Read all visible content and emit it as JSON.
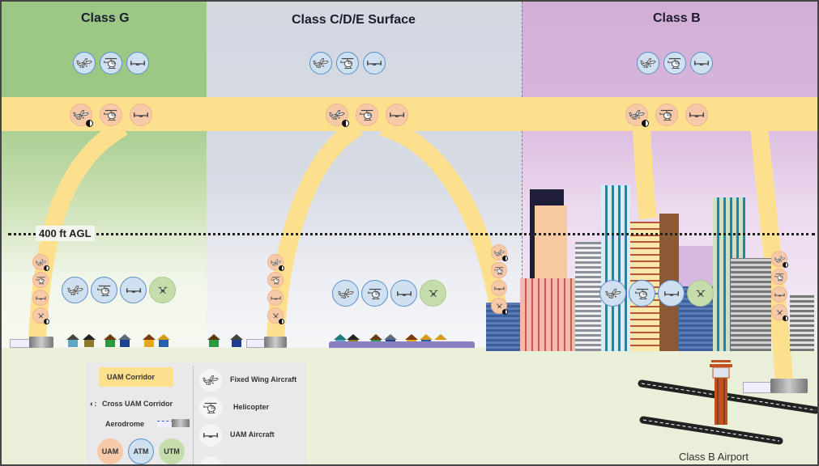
{
  "zones": [
    {
      "id": "class-g",
      "title": "Class G",
      "color": "#9cc785"
    },
    {
      "id": "class-cde",
      "title": "Class C/D/E Surface",
      "color": "#d3d8e1"
    },
    {
      "id": "class-b",
      "title": "Class B",
      "color": "#d2afd6"
    }
  ],
  "altitude_label": "400 ft AGL",
  "corridor_color": "#fde08e",
  "airport_label": "Class B Airport",
  "legend": {
    "corridor": "UAM Corridor",
    "cross_corridor": "Cross UAM Corridor",
    "cross_symbol": "◐:",
    "aerodrome": "Aerodrome",
    "badges": [
      {
        "label": "UAM",
        "color": "#f6c9a8"
      },
      {
        "label": "ATM",
        "color": "#cfe0f0"
      },
      {
        "label": "UTM",
        "color": "#c5dcab"
      }
    ],
    "aircraft": [
      {
        "icon": "fixed-wing-icon",
        "label": "Fixed Wing Aircraft"
      },
      {
        "icon": "helicopter-icon",
        "label": "Helicopter"
      },
      {
        "icon": "uam-aircraft-icon",
        "label": "UAM Aircraft"
      }
    ]
  },
  "colors": {
    "atm": "#cfe0f0",
    "uam": "#f6c9a8",
    "utm": "#c5dcab",
    "ground": "#e9efd9"
  }
}
